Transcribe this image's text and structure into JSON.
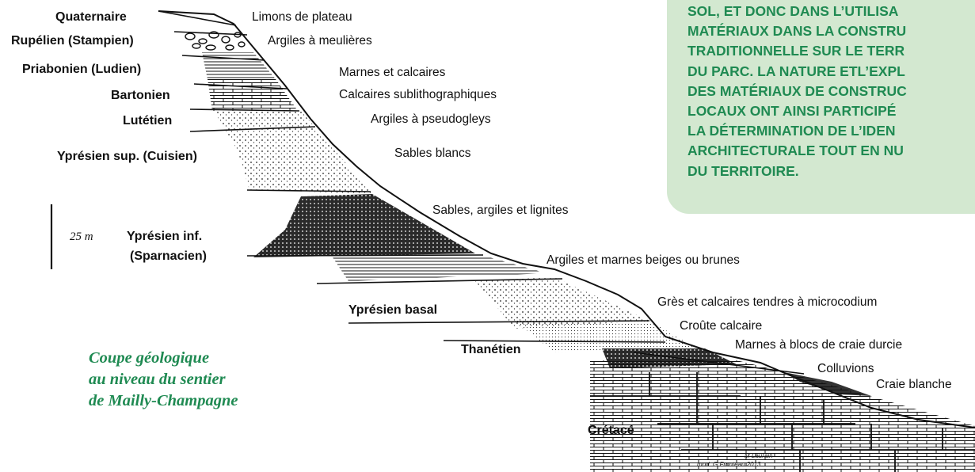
{
  "callout": {
    "text": "SOL, ET DONC DANS L’UTILISA\nMATÉRIAUX DANS LA CONSTRU\nTRADITIONNELLE SUR LE TERR\nDU PARC. LA NATURE ETL’EXPL\nDES MATÉRIAUX DE CONSTRUC\nLOCAUX ONT AINSI PARTICIPÉ\nLA DÉTERMINATION DE L’IDEN\nARCHITECTURALE TOUT EN NU\nDU TERRITOIRE."
  },
  "caption": {
    "text": "Coupe géologique\nau niveau du sentier\nde Mailly-Champagne"
  },
  "stages": {
    "quaternaire": "Quaternaire",
    "rupelien": "Rupélien (Stampien)",
    "priabonien": "Priabonien (Ludien)",
    "bartonien": "Bartonien",
    "lutetien": "Lutétien",
    "ypresien_sup": "Yprésien sup. (Cuisien)",
    "ypresien_inf_1": "Yprésien inf.",
    "ypresien_inf_2": "(Sparnacien)",
    "ypresien_basal": "Yprésien basal",
    "thanetien": "Thanétien",
    "cretace": "Crétacé"
  },
  "lithology": {
    "limons": "Limons de plateau",
    "meulieres": "Argiles à meulières",
    "marnes_calcaires": "Marnes et calcaires",
    "calcaires_sublitho": "Calcaires sublithographiques",
    "pseudogleys": "Argiles à pseudogleys",
    "sables_blancs": "Sables blancs",
    "sables_argiles_lignites": "Sables, argiles et lignites",
    "argiles_marnes": "Argiles et marnes beiges ou brunes",
    "gres_calcaires": "Grès et calcaires tendres à microcodium",
    "croute": "Croûte calcaire",
    "marnes_blocs": "Marnes à blocs de craie durcie",
    "colluvions": "Colluvions",
    "craie": "Craie blanche"
  },
  "scale": {
    "label": "25 m"
  },
  "credits": {
    "line1": "M Laurain",
    "line2": "mod. G Fronteau 2013"
  },
  "colors": {
    "accent_green": "#1f8a52",
    "callout_bg": "#d3e8d0",
    "ink": "#111111"
  }
}
